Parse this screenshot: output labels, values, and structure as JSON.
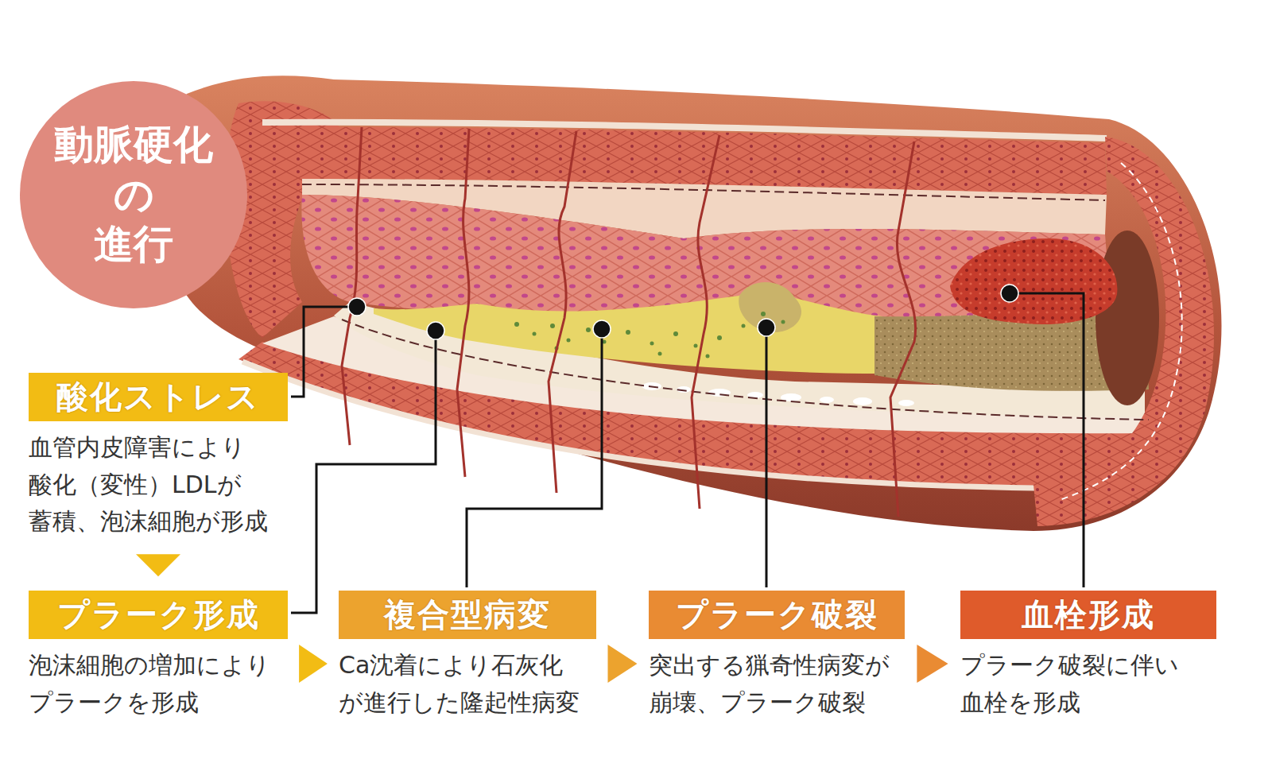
{
  "diagram": {
    "nodes": [
      {
        "text": [
          "動脈硬化 の 進行"
        ]
      },
      {
        "text": [
          "酸化ストレス",
          "血管内皮障害により 酸化（変性）LDLが 蓄積、泡沫細胞が形成"
        ]
      },
      {
        "text": [
          "プラーク形成",
          "泡沫細胞の増加により プラークを形成"
        ]
      },
      {
        "text": [
          "複合型病変",
          "Ca沈着により石灰化 が進行した隆起性病変"
        ]
      },
      {
        "text": [
          "プラーク破裂",
          "突出する猟奇性病変が 崩壊、プラーク破裂"
        ]
      },
      {
        "text": [
          "血栓形成",
          "プラーク破裂に伴い 血栓を形成"
        ]
      }
    ],
    "edges": [
      {
        "from": 1,
        "to": 2,
        "arrow": "to"
      },
      {
        "from": 2,
        "to": 3,
        "arrow": "to"
      },
      {
        "from": 3,
        "to": 4,
        "arrow": "to"
      },
      {
        "from": 4,
        "to": 5,
        "arrow": "to"
      }
    ]
  }
}
